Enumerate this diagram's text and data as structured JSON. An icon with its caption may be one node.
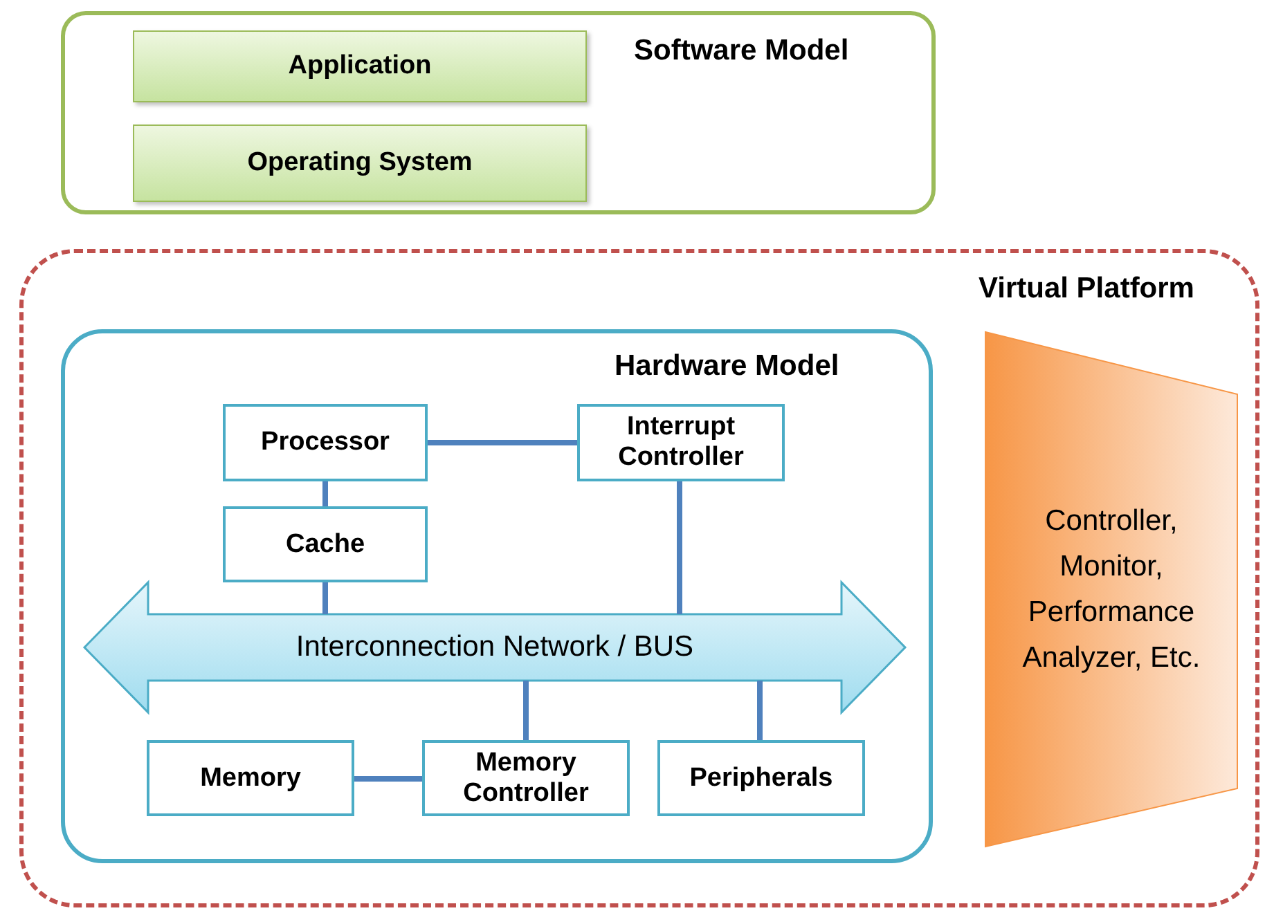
{
  "diagram": {
    "nodes": [
      {
        "text": [
          "Software Model"
        ]
      },
      {
        "text": [
          "Application"
        ],
        "in": 0
      },
      {
        "text": [
          "Operating System"
        ],
        "in": 0
      },
      {
        "text": [
          "Virtual Platform"
        ]
      },
      {
        "text": [
          "Hardware Model"
        ],
        "in": 3
      },
      {
        "text": [
          "Processor"
        ],
        "in": 4
      },
      {
        "text": [
          "Interrupt Controller"
        ],
        "in": 4
      },
      {
        "text": [
          "Cache"
        ],
        "in": 4
      },
      {
        "text": [
          "Interconnection Network / BUS"
        ],
        "in": 4
      },
      {
        "text": [
          "Memory"
        ],
        "in": 4
      },
      {
        "text": [
          "Memory Controller"
        ],
        "in": 4
      },
      {
        "text": [
          "Peripherals"
        ],
        "in": 4
      },
      {
        "text": [
          "Controller, Monitor, Performance Analyzer, Etc."
        ],
        "in": 3
      }
    ],
    "edges": [
      {
        "from": 5,
        "to": 6,
        "arrow": "none"
      },
      {
        "from": 5,
        "to": 7,
        "arrow": "none"
      },
      {
        "from": 7,
        "to": 8,
        "arrow": "none"
      },
      {
        "from": 6,
        "to": 8,
        "arrow": "none"
      },
      {
        "from": 8,
        "to": 10,
        "arrow": "none"
      },
      {
        "from": 8,
        "to": 11,
        "arrow": "none"
      },
      {
        "from": 9,
        "to": 10,
        "arrow": "none"
      }
    ]
  }
}
